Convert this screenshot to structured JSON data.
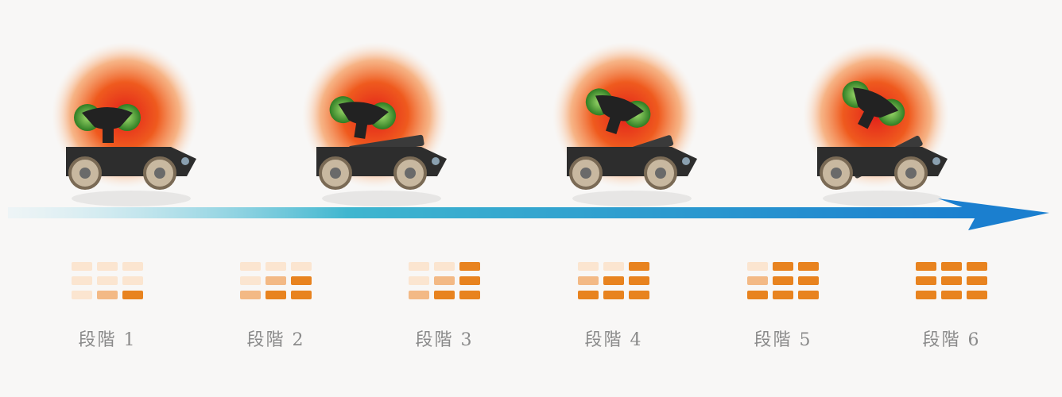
{
  "colors": {
    "pale": "#fbe5d0",
    "medium": "#f3b985",
    "full": "#e8831f",
    "arrow": "#1a8fd0",
    "robot": "#2d2d2d",
    "glow": "#e8401a"
  },
  "robots": [
    {
      "tilt": 0
    },
    {
      "tilt": 1
    },
    {
      "tilt": 2
    },
    {
      "tilt": 3
    }
  ],
  "stages": [
    {
      "label": "段階 1",
      "grid": [
        [
          0,
          0,
          0
        ],
        [
          0,
          0,
          0
        ],
        [
          0,
          1,
          2
        ]
      ]
    },
    {
      "label": "段階 2",
      "grid": [
        [
          0,
          0,
          0
        ],
        [
          0,
          1,
          2
        ],
        [
          1,
          2,
          2
        ]
      ]
    },
    {
      "label": "段階 3",
      "grid": [
        [
          0,
          0,
          2
        ],
        [
          0,
          1,
          2
        ],
        [
          1,
          2,
          2
        ]
      ]
    },
    {
      "label": "段階 4",
      "grid": [
        [
          0,
          0,
          2
        ],
        [
          1,
          2,
          2
        ],
        [
          2,
          2,
          2
        ]
      ]
    },
    {
      "label": "段階 5",
      "grid": [
        [
          0,
          2,
          2
        ],
        [
          1,
          2,
          2
        ],
        [
          2,
          2,
          2
        ]
      ]
    },
    {
      "label": "段階 6",
      "grid": [
        [
          2,
          2,
          2
        ],
        [
          2,
          2,
          2
        ],
        [
          2,
          2,
          2
        ]
      ]
    }
  ]
}
